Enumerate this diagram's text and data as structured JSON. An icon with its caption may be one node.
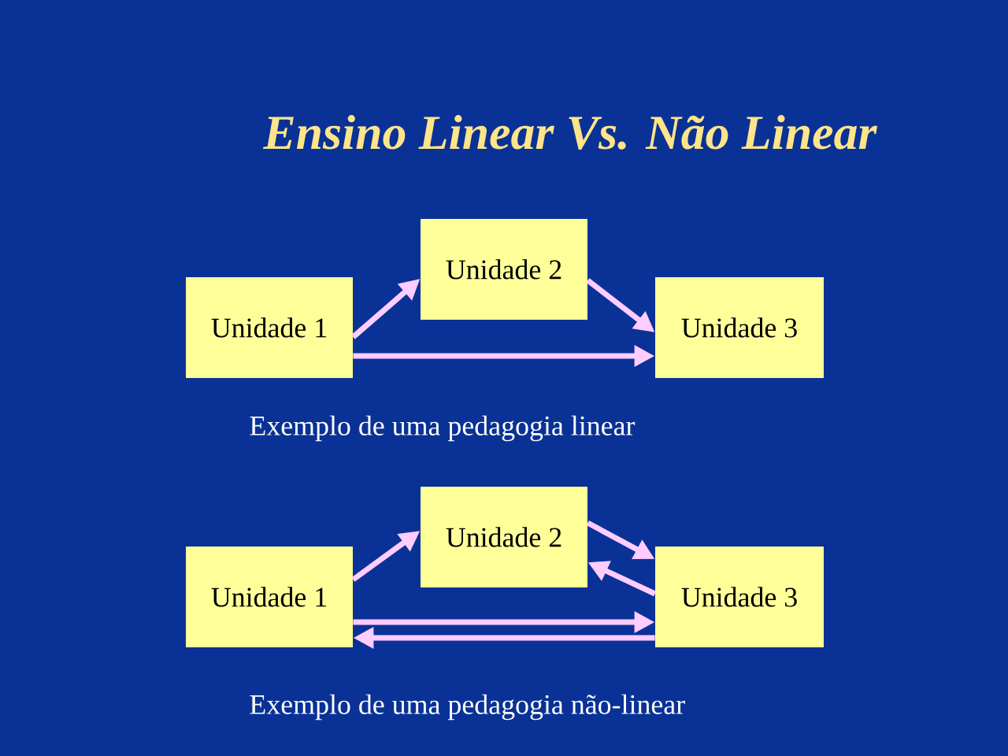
{
  "diagram": {
    "title": "Ensino Linear Vs. Não Linear",
    "nodes": [
      {
        "text": [
          "Unidade 1"
        ]
      },
      {
        "text": [
          "Unidade 2"
        ]
      },
      {
        "text": [
          "Unidade 3"
        ]
      },
      {
        "text": [
          "Unidade 1"
        ]
      },
      {
        "text": [
          "Unidade 2"
        ]
      },
      {
        "text": [
          "Unidade 3"
        ]
      }
    ],
    "edges": [
      {
        "from": 0,
        "to": 1,
        "arrow": "to"
      },
      {
        "from": 1,
        "to": 2,
        "arrow": "to"
      },
      {
        "from": 0,
        "to": 2,
        "arrow": "to"
      },
      {
        "from": 3,
        "to": 4,
        "arrow": "to"
      },
      {
        "from": 4,
        "to": 5,
        "arrow": "to"
      },
      {
        "from": 5,
        "to": 4,
        "arrow": "to"
      },
      {
        "from": 3,
        "to": 5,
        "arrow": "to"
      },
      {
        "from": 5,
        "to": 3,
        "arrow": "to"
      }
    ],
    "labels": [
      "Exemplo de uma pedagogia linear",
      "Exemplo de uma pedagogia não-linear"
    ]
  }
}
